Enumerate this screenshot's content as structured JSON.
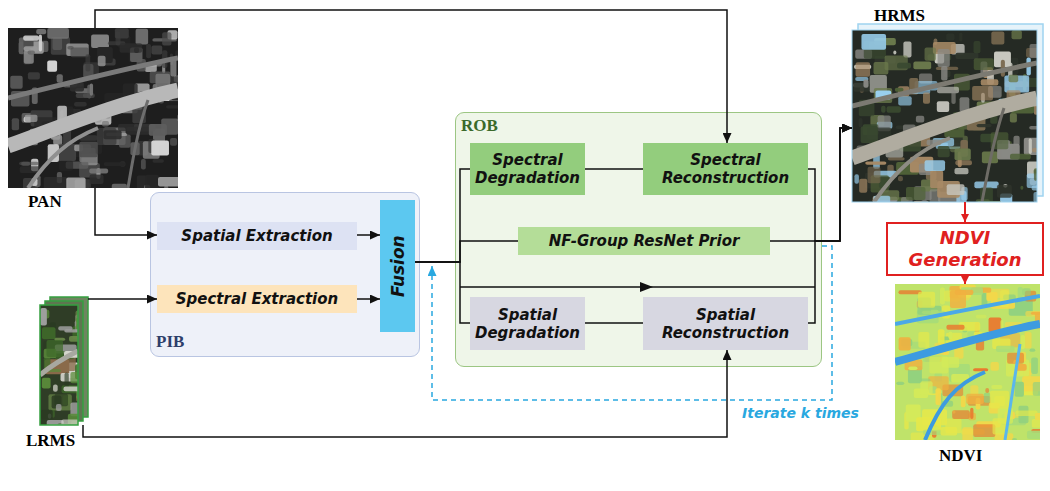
{
  "diagram": {
    "nodes": [
      {
        "text": [
          "PAN"
        ]
      },
      {
        "text": [
          "PIB"
        ]
      },
      {
        "text": [
          "Spatial Extraction"
        ],
        "in": 1
      },
      {
        "text": [
          "Spectral Extraction"
        ],
        "in": 1
      },
      {
        "text": [
          "Fusion"
        ],
        "in": 1
      },
      {
        "text": [
          "ROB"
        ]
      },
      {
        "text": [
          "Spectral Degradation"
        ],
        "in": 5
      },
      {
        "text": [
          "Spectral Reconstruction"
        ],
        "in": 5
      },
      {
        "text": [
          "NF-Group ResNet Prior"
        ],
        "in": 5
      },
      {
        "text": [
          "Spatial Degradation"
        ],
        "in": 5
      },
      {
        "text": [
          "Spatial Reconstruction"
        ],
        "in": 5
      },
      {
        "text": [
          "HRMS"
        ]
      },
      {
        "text": [
          "NDVI Generation"
        ]
      },
      {
        "text": [
          "NDVI"
        ]
      },
      {
        "text": [
          "LRMS"
        ]
      }
    ],
    "edges": [
      {
        "from": 0,
        "to": 2,
        "arrow": "to"
      },
      {
        "from": 0,
        "to": 7,
        "arrow": "to"
      },
      {
        "from": 14,
        "to": 3,
        "arrow": "to"
      },
      {
        "from": 14,
        "to": 10,
        "arrow": "to"
      },
      {
        "from": 2,
        "to": 4,
        "arrow": "to"
      },
      {
        "from": 3,
        "to": 4,
        "arrow": "to"
      },
      {
        "from": 4,
        "to": 6,
        "arrow": "none"
      },
      {
        "from": 4,
        "to": 8,
        "arrow": "none"
      },
      {
        "from": 4,
        "to": 9,
        "arrow": "none"
      },
      {
        "from": 6,
        "to": 7,
        "arrow": "none"
      },
      {
        "from": 9,
        "to": 10,
        "arrow": "none"
      },
      {
        "from": 7,
        "to": 11,
        "arrow": "to"
      },
      {
        "from": 8,
        "to": 11,
        "arrow": "to"
      },
      {
        "from": 10,
        "to": 11,
        "arrow": "to"
      },
      {
        "from": 5,
        "to": 4,
        "arrow": "to",
        "label": "Iterate k times"
      },
      {
        "from": 11,
        "to": 12,
        "arrow": "to"
      },
      {
        "from": 12,
        "to": 13,
        "arrow": "to"
      }
    ]
  }
}
